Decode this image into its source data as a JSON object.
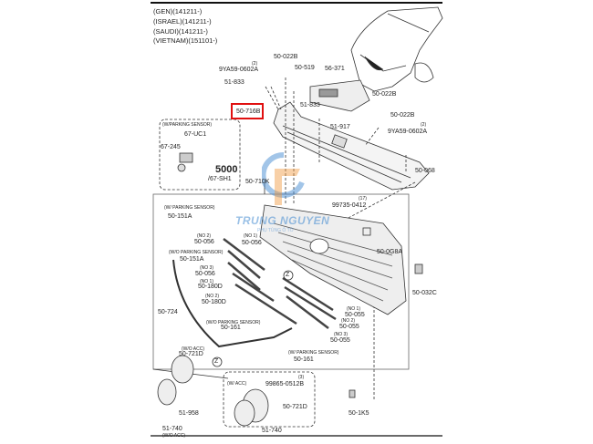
{
  "header": {
    "lines": [
      "(GEN)(141211-)",
      "(ISRAEL)(141211-)",
      "(SAUDI)(141211-)",
      "(VIETNAM)(151101-)"
    ]
  },
  "highlight_color": "#e01010",
  "watermark": {
    "brand": "TRUNG NGUYEN",
    "sub": "PHỤ TÙNG Ô TÔ"
  },
  "labels": {
    "p50_022B_a": "50-022B",
    "qty2_a": "(2)",
    "p9YA59_a": "9YA59-0602A",
    "p50_519": "50-519",
    "p56_371": "56-371",
    "p51_833_a": "51-833",
    "p50_022B_b": "50-022B",
    "p51_833_b": "51-833",
    "p50_716B": "50-716B",
    "p50_022B_c": "50-022B",
    "qty2_b": "(2)",
    "p9YA59_b": "9YA59-0602A",
    "p51_917": "51-917",
    "w_parking_1": "(W/PARKING SENSOR)",
    "p67_UC1": "67-UC1",
    "p67_245": "67-245",
    "p5000": "5000",
    "p67_SH1": "/67-SH1",
    "p50_710K": "50-710K",
    "p50_068": "50-068",
    "qty17": "(17)",
    "p99735": "99735-0412",
    "w_parking_2": "(W/ PARKING SENSOR)",
    "p50_151A_a": "50-151A",
    "no2_a": "(NO 2)",
    "p50_056_a": "50-056",
    "no1_a": "(NO 1)",
    "p50_056_b": "50-056",
    "wo_parking_1": "(W/O PARKING SENSOR)",
    "p50_151A_b": "50-151A",
    "no3_a": "(NO 3)",
    "p50_056_c": "50-056",
    "no1_b": "(NO 1)",
    "p50_180D_a": "50-180D",
    "no2_b": "(NO 2)",
    "p50_180D_b": "50-180D",
    "p50_0G8A": "50-0G8A",
    "p50_032C": "50-032C",
    "no1_c": "(NO 1)",
    "p50_055_a": "50-055",
    "no2_c": "(NO 2)",
    "p50_055_b": "50-055",
    "no3_b": "(NO 3)",
    "p50_055_c": "50-055",
    "p50_724": "50-724",
    "wo_parking_2": "(W/O PARKING SENSOR)",
    "p50_161_a": "50-161",
    "w_parking_3": "(W/ PARKING SENSOR)",
    "p50_161_b": "50-161",
    "wo_acc_1": "(W/O ACC)",
    "p50_721D_a": "50-721D",
    "z_a": "Z",
    "z_b": "Z",
    "w_acc": "(W/ ACC)",
    "qty3": "(3)",
    "p99865": "99865-0512B",
    "p50_721D_b": "50-721D",
    "p51_958": "51-958",
    "p51_740_a": "51-740",
    "wo_acc_2": "(W/O ACC)",
    "p51_740_b": "51-740",
    "p50_1K5": "50-1K5"
  }
}
